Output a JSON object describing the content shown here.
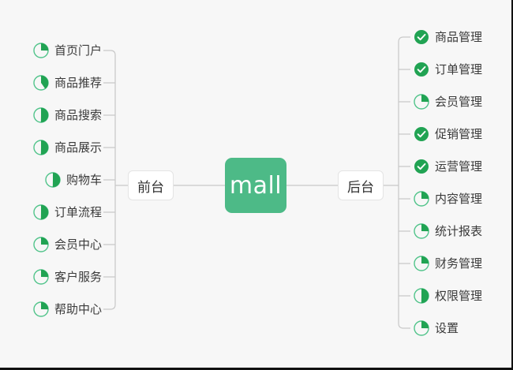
{
  "theme": {
    "background": "#f7f7f7",
    "accent_green": "#4DBA87",
    "accent_green_solid": "#21A353",
    "ring_green": "#52C48B",
    "node_border": "#e4e4e4",
    "connector": "#c8c8c8",
    "text": "#3a3a3a"
  },
  "center": {
    "label": "mall"
  },
  "branches": [
    {
      "id": "frontend",
      "label": "前台",
      "side": "left"
    },
    {
      "id": "backend",
      "label": "后台",
      "side": "right"
    }
  ],
  "left_items": [
    {
      "label": "首页门户",
      "icon": "progress-ring-icon",
      "status": "partial",
      "progress": 25
    },
    {
      "label": "商品推荐",
      "icon": "progress-ring-icon",
      "status": "partial",
      "progress": 40
    },
    {
      "label": "商品搜索",
      "icon": "progress-ring-icon",
      "status": "partial",
      "progress": 50
    },
    {
      "label": "商品展示",
      "icon": "progress-ring-icon",
      "status": "partial",
      "progress": 50
    },
    {
      "label": "购物车",
      "icon": "progress-ring-icon",
      "status": "partial",
      "progress": 50
    },
    {
      "label": "订单流程",
      "icon": "progress-ring-icon",
      "status": "partial",
      "progress": 50
    },
    {
      "label": "会员中心",
      "icon": "progress-ring-icon",
      "status": "partial",
      "progress": 25
    },
    {
      "label": "客户服务",
      "icon": "progress-ring-icon",
      "status": "partial",
      "progress": 25
    },
    {
      "label": "帮助中心",
      "icon": "progress-ring-icon",
      "status": "partial",
      "progress": 25
    }
  ],
  "right_items": [
    {
      "label": "商品管理",
      "icon": "check-circle-icon",
      "status": "done",
      "progress": 100
    },
    {
      "label": "订单管理",
      "icon": "check-circle-icon",
      "status": "done",
      "progress": 100
    },
    {
      "label": "会员管理",
      "icon": "progress-ring-icon",
      "status": "partial",
      "progress": 25
    },
    {
      "label": "促销管理",
      "icon": "check-circle-icon",
      "status": "done",
      "progress": 100
    },
    {
      "label": "运营管理",
      "icon": "check-circle-icon",
      "status": "done",
      "progress": 100
    },
    {
      "label": "内容管理",
      "icon": "progress-ring-icon",
      "status": "partial",
      "progress": 25
    },
    {
      "label": "统计报表",
      "icon": "progress-ring-icon",
      "status": "partial",
      "progress": 25
    },
    {
      "label": "财务管理",
      "icon": "progress-ring-icon",
      "status": "partial",
      "progress": 25
    },
    {
      "label": "权限管理",
      "icon": "progress-ring-icon",
      "status": "partial",
      "progress": 50
    },
    {
      "label": "设置",
      "icon": "progress-ring-icon",
      "status": "partial",
      "progress": 25
    }
  ]
}
